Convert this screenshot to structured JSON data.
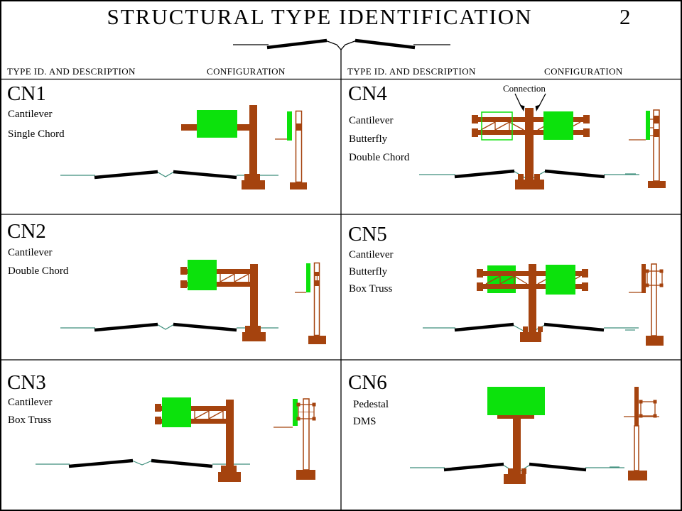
{
  "header": {
    "title": "STRUCTURAL TYPE IDENTIFICATION",
    "page_number": "2"
  },
  "columns": {
    "left": {
      "type_header": "TYPE ID. AND DESCRIPTION",
      "config_header": "CONFIGURATION"
    },
    "right": {
      "type_header": "TYPE ID. AND DESCRIPTION",
      "config_header": "CONFIGURATION"
    }
  },
  "cells": {
    "cn1": {
      "id": "CN1",
      "desc": [
        "Cantilever",
        "Single Chord"
      ]
    },
    "cn2": {
      "id": "CN2",
      "desc": [
        "Cantilever",
        "Double Chord"
      ]
    },
    "cn3": {
      "id": "CN3",
      "desc": [
        "Cantilever",
        "Box Truss"
      ]
    },
    "cn4": {
      "id": "CN4",
      "desc": [
        "Cantilever",
        "Butterfly",
        "Double Chord"
      ],
      "annotation": "Connection"
    },
    "cn5": {
      "id": "CN5",
      "desc": [
        "Cantilever",
        "Butterfly",
        "Box Truss"
      ]
    },
    "cn6": {
      "id": "CN6",
      "desc": [
        "Pedestal",
        "DMS"
      ]
    }
  },
  "colors": {
    "structure_brown": "#A5430E",
    "sign_green": "#0CE20C",
    "ground_teal": "#3E8E7C",
    "line_black": "#000000"
  }
}
